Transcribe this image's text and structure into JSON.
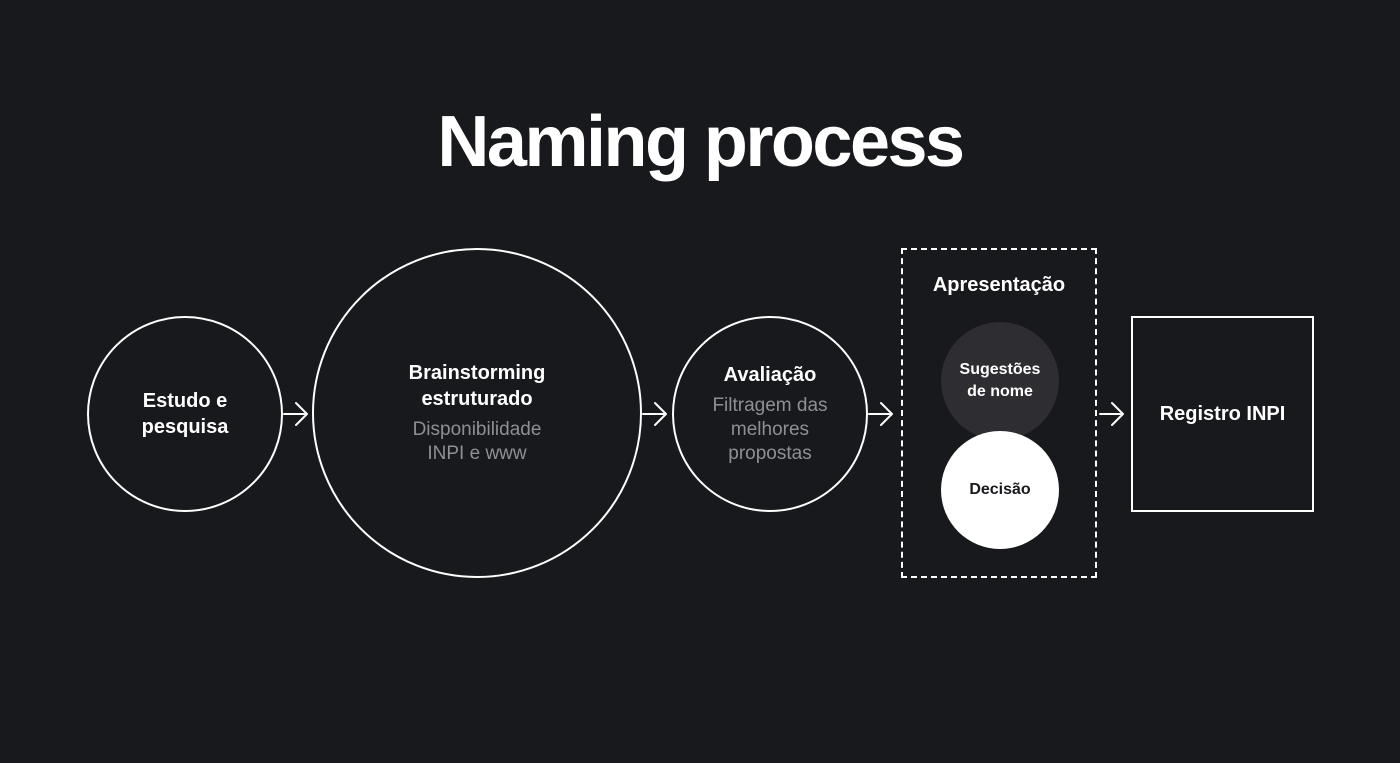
{
  "title": "Naming process",
  "stages": [
    {
      "title": "Estudo e\npesquisa"
    },
    {
      "title": "Brainstorming\nestruturado",
      "subtitle": "Disponibilidade\nINPI e www"
    },
    {
      "title": "Avaliação",
      "subtitle": "Filtragem das\nmelhores\npropostas"
    }
  ],
  "presentation": {
    "title": "Apresentação",
    "suggestions": "Sugestões\nde nome",
    "decision": "Decisão"
  },
  "final_stage": {
    "title": "Registro INPI"
  },
  "colors": {
    "background": "#18191d",
    "foreground": "#ffffff",
    "muted_text": "#8e8f94",
    "suggestions_fill": "#2e2d31"
  },
  "icons": {
    "connector": "arrow-right-icon"
  }
}
